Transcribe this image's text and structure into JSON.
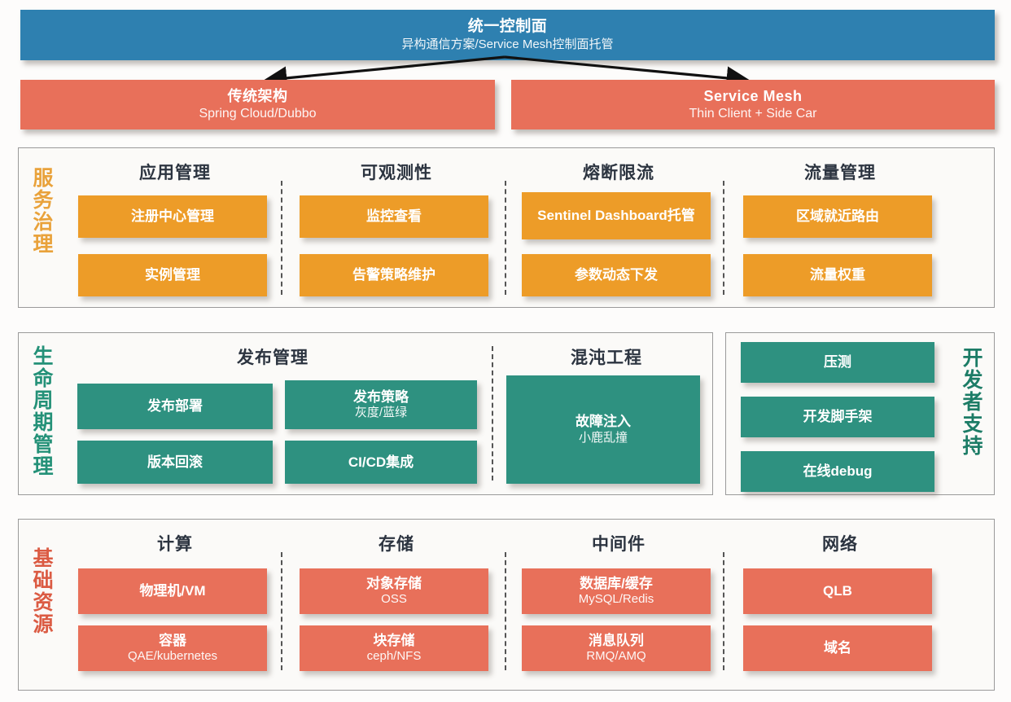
{
  "header": {
    "control_plane": {
      "title": "统一控制面",
      "subtitle": "异构通信方案/Service Mesh控制面托管",
      "color": "#2E80B0"
    },
    "architectures": [
      {
        "title": "传统架构",
        "subtitle": "Spring Cloud/Dubbo",
        "color": "#E8705A"
      },
      {
        "title": "Service Mesh",
        "subtitle": "Thin Client + Side Car",
        "color": "#E8705A"
      }
    ]
  },
  "layers": [
    {
      "id": "governance",
      "vlabel": "服务治理",
      "vlabel_color": "#E9A23B",
      "card_color": "#ED9C28",
      "columns": [
        {
          "title": "应用管理",
          "cards": [
            {
              "title": "注册中心管理",
              "subtitle": ""
            },
            {
              "title": "实例管理",
              "subtitle": ""
            }
          ]
        },
        {
          "title": "可观测性",
          "cards": [
            {
              "title": "监控查看",
              "subtitle": ""
            },
            {
              "title": "告警策略维护",
              "subtitle": ""
            }
          ]
        },
        {
          "title": "熔断限流",
          "cards": [
            {
              "title": "Sentinel Dashboard托管",
              "subtitle": ""
            },
            {
              "title": "参数动态下发",
              "subtitle": ""
            }
          ]
        },
        {
          "title": "流量管理",
          "cards": [
            {
              "title": "区域就近路由",
              "subtitle": ""
            },
            {
              "title": "流量权重",
              "subtitle": ""
            }
          ]
        }
      ]
    },
    {
      "id": "lifecycle",
      "vlabel": "生命周期管理",
      "vlabel_color": "#249178",
      "card_color": "#2E9180",
      "columns": [
        {
          "title": "发布管理",
          "cards": [
            {
              "title": "发布部署",
              "subtitle": ""
            },
            {
              "title": "发布策略",
              "subtitle": "灰度/蓝绿"
            },
            {
              "title": "版本回滚",
              "subtitle": ""
            },
            {
              "title": "CI/CD集成",
              "subtitle": ""
            }
          ]
        },
        {
          "title": "混沌工程",
          "cards": [
            {
              "title": "故障注入",
              "subtitle": "小鹿乱撞"
            }
          ]
        }
      ]
    },
    {
      "id": "developer",
      "vlabel": "开发者支持",
      "vlabel_color": "#1C7C66",
      "card_color": "#2E9180",
      "columns": [
        {
          "title": "",
          "cards": [
            {
              "title": "压测",
              "subtitle": ""
            },
            {
              "title": "开发脚手架",
              "subtitle": ""
            },
            {
              "title": "在线debug",
              "subtitle": ""
            }
          ]
        }
      ]
    },
    {
      "id": "infrastructure",
      "vlabel": "基础资源",
      "vlabel_color": "#DB5B43",
      "card_color": "#E8705A",
      "columns": [
        {
          "title": "计算",
          "cards": [
            {
              "title": "物理机/VM",
              "subtitle": ""
            },
            {
              "title": "容器",
              "subtitle": "QAE/kubernetes"
            }
          ]
        },
        {
          "title": "存储",
          "cards": [
            {
              "title": "对象存储",
              "subtitle": "OSS"
            },
            {
              "title": "块存储",
              "subtitle": "ceph/NFS"
            }
          ]
        },
        {
          "title": "中间件",
          "cards": [
            {
              "title": "数据库/缓存",
              "subtitle": "MySQL/Redis"
            },
            {
              "title": "消息队列",
              "subtitle": "RMQ/AMQ"
            }
          ]
        },
        {
          "title": "网络",
          "cards": [
            {
              "title": "QLB",
              "subtitle": ""
            },
            {
              "title": "域名",
              "subtitle": ""
            }
          ]
        }
      ]
    }
  ]
}
